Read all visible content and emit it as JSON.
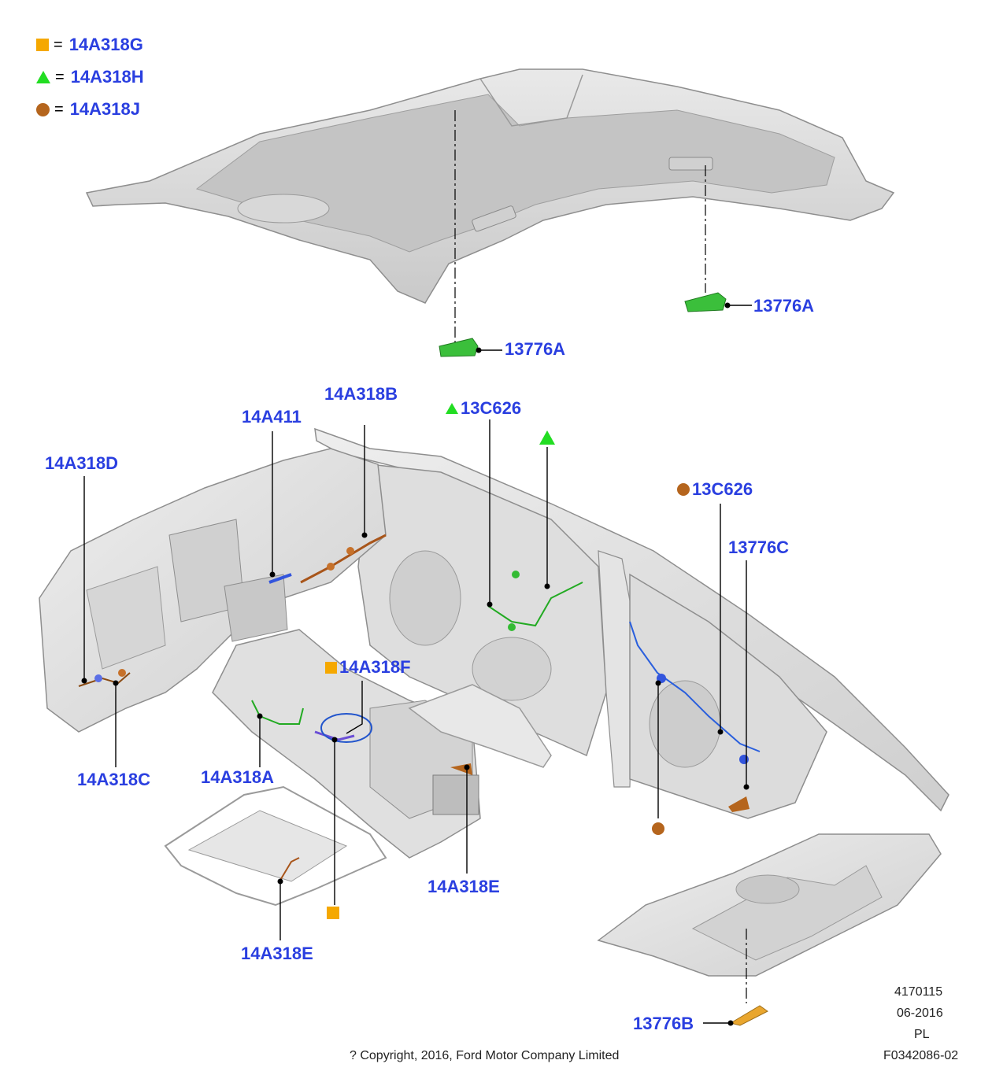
{
  "legend": [
    {
      "symbol": "square",
      "color": "#f5a800",
      "eq": "=",
      "code": "14A318G"
    },
    {
      "symbol": "triangle",
      "color": "#22dd22",
      "eq": "=",
      "code": "14A318H"
    },
    {
      "symbol": "circle",
      "color": "#b5651d",
      "eq": "=",
      "code": "14A318J"
    }
  ],
  "labels": {
    "l13776A_center": "13776A",
    "l13776A_right": "13776A",
    "l14A318B": "14A318B",
    "l14A411": "14A411",
    "l13C626_green": "13C626",
    "l14A318D": "14A318D",
    "l13C626_brown": "13C626",
    "l13776C": "13776C",
    "l14A318F": "14A318F",
    "l14A318C": "14A318C",
    "l14A318A": "14A318A",
    "l14A318E_center": "14A318E",
    "l14A318E_left": "14A318E",
    "l13776B": "13776B"
  },
  "footer": {
    "copyright": "? Copyright, 2016, Ford Motor Company Limited",
    "code1": "4170115",
    "date": "06-2016",
    "region": "PL",
    "figure": "F0342086-02"
  },
  "colors": {
    "label_blue": "#2a3fe0",
    "orange": "#f5a800",
    "green": "#22dd22",
    "brown": "#b5651d",
    "body_grey": "#dcdcdc",
    "outline": "#9a9a9a"
  }
}
